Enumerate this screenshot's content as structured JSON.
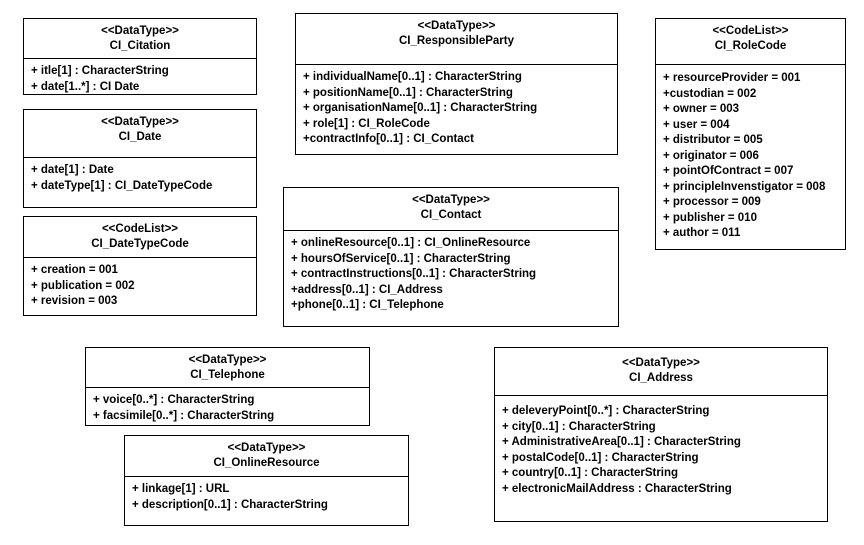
{
  "boxes": [
    {
      "stereotype": "<<DataType>>",
      "name": "CI_Citation",
      "attributes": [
        "+ itle[1] : CharacterString",
        "+ date[1..*] : CI  Date"
      ]
    },
    {
      "stereotype": "<<DataType>>",
      "name": "CI_Date",
      "attributes": [
        "+ date[1] : Date",
        "+ dateType[1] : CI_DateTypeCode"
      ]
    },
    {
      "stereotype": "<<CodeList>>",
      "name": "CI_DateTypeCode",
      "attributes": [
        "+ creation = 001",
        "+ publication = 002",
        "+ revision = 003"
      ]
    },
    {
      "stereotype": "<<DataType>>",
      "name": "CI_ResponsibleParty",
      "attributes": [
        "+ individualName[0..1] : CharacterString",
        "+ positionName[0..1] : CharacterString",
        "+ organisationName[0..1] : CharacterString",
        "+ role[1] : CI_RoleCode",
        "+contractInfo[0..1] : CI_Contact"
      ]
    },
    {
      "stereotype": "<<DataType>>",
      "name": "CI_Contact",
      "attributes": [
        "+ onlineResource[0..1] : CI_OnlineResource",
        "+ hoursOfService[0..1] : CharacterString",
        "+ contractInstructions[0..1] : CharacterString",
        "+address[0..1] : CI_Address",
        "+phone[0..1] : CI_Telephone"
      ]
    },
    {
      "stereotype": "<<CodeList>>",
      "name": "CI_RoleCode",
      "attributes": [
        "+ resourceProvider = 001",
        "+custodian = 002",
        "+ owner = 003",
        "+ user = 004",
        "+ distributor = 005",
        "+ originator = 006",
        "+ pointOfContract = 007",
        "+ principleInvenstigator = 008",
        "+ processor = 009",
        "+ publisher = 010",
        "+ author = 011"
      ]
    },
    {
      "stereotype": "<<DataType>>",
      "name": "CI_Telephone",
      "attributes": [
        "+ voice[0..*] : CharacterString",
        "+ facsimile[0..*] : CharacterString"
      ]
    },
    {
      "stereotype": "<<DataType>>",
      "name": "CI_OnlineResource",
      "attributes": [
        "+ linkage[1] : URL",
        "+ description[0..1] : CharacterString"
      ]
    },
    {
      "stereotype": "<<DataType>>",
      "name": "CI_Address",
      "attributes": [
        "+ deleveryPoint[0..*] : CharacterString",
        "+ city[0..1] : CharacterString",
        "+ AdministrativeArea[0..1] : CharacterString",
        "+ postalCode[0..1] : CharacterString",
        "+ country[0..1] : CharacterString",
        "+ electronicMailAddress : CharacterString"
      ]
    }
  ]
}
